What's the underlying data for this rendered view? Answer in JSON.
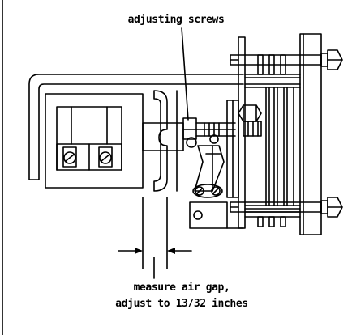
{
  "labels": {
    "adjusting_screws": "adjusting screws",
    "measure_line1": "measure air gap,",
    "measure_line2": "adjust to 13/32 inches"
  }
}
